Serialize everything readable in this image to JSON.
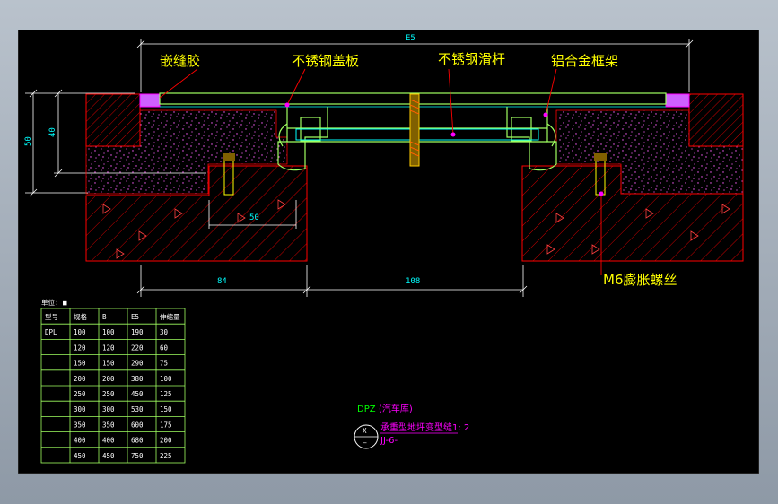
{
  "labels": {
    "sealant": "嵌缝胶",
    "cover_plate": "不锈钢盖板",
    "slide_bar": "不锈钢滑杆",
    "alu_frame": "铝合金框架",
    "bolt": "M6膨胀螺丝"
  },
  "dims": {
    "top_width": "E5",
    "height_outer": "50",
    "height_inner": "40",
    "bolt_offset": "50",
    "left_width": "84",
    "gap_width": "108"
  },
  "table": {
    "unit_label": "单位: ■",
    "headers": [
      "型号",
      "规格",
      "B",
      "E5",
      "伸缩量"
    ],
    "rows": [
      [
        "DPL",
        "100",
        "100",
        "190",
        "30"
      ],
      [
        "",
        "120",
        "120",
        "220",
        "60"
      ],
      [
        "",
        "150",
        "150",
        "290",
        "75"
      ],
      [
        "",
        "200",
        "200",
        "380",
        "100"
      ],
      [
        "",
        "250",
        "250",
        "450",
        "125"
      ],
      [
        "",
        "300",
        "300",
        "530",
        "150"
      ],
      [
        "",
        "350",
        "350",
        "600",
        "175"
      ],
      [
        "",
        "400",
        "400",
        "680",
        "200"
      ],
      [
        "",
        "450",
        "450",
        "750",
        "225"
      ]
    ]
  },
  "title_block": {
    "code": "DPZ",
    "subtitle": "(汽车库)",
    "name": "承重型地坪变型缝1: 2",
    "symbol_letter": "X",
    "symbol_sub": "—",
    "sheet": "JJ-6-"
  },
  "colors": {
    "cyan": "#00ffff",
    "yellow": "#ffff00",
    "red": "#ff0000",
    "magenta": "#ff00ff",
    "green": "#00ff00",
    "white": "#ffffff",
    "frame_green": "#a0ff60"
  }
}
